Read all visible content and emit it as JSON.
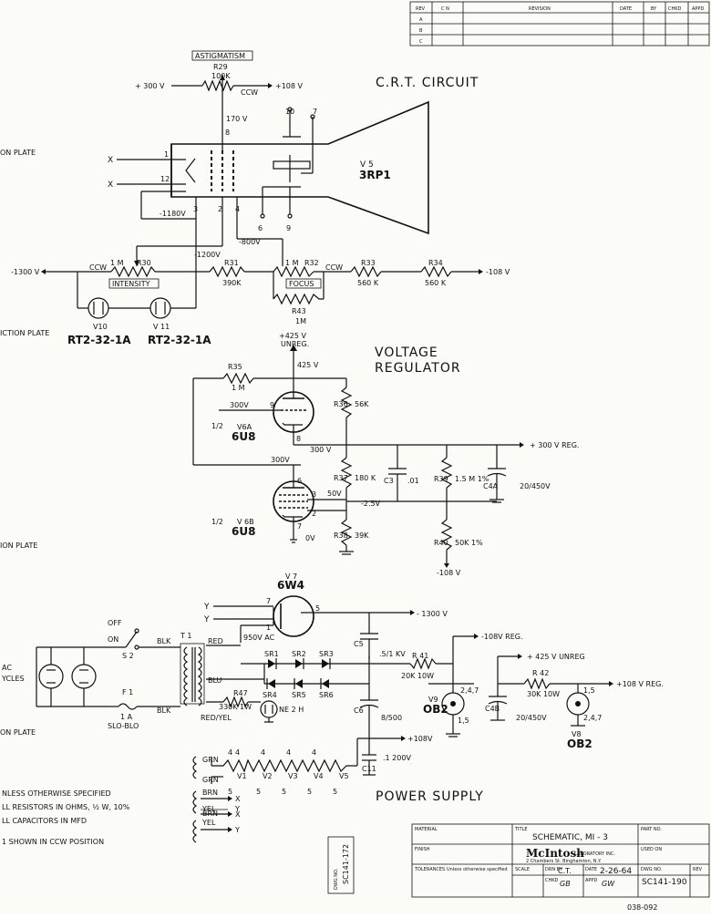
{
  "revision_block": {
    "headers": [
      "REV",
      "C N",
      "REVISION",
      "DATE",
      "BY",
      "CHKD",
      "APPD"
    ],
    "rows": [
      "A",
      "B",
      "C"
    ]
  },
  "sections": {
    "crt": "C.R.T. CIRCUIT",
    "regulator_l1": "VOLTAGE",
    "regulator_l2": "REGULATOR",
    "power": "POWER SUPPLY"
  },
  "crt": {
    "astig_box": "ASTIGMATISM",
    "r29": "R29",
    "r29_val": "100K",
    "v300": "+ 300 V",
    "v108": "+108 V",
    "ccw": "CCW",
    "v170": "170 V",
    "pin8": "8",
    "pin10": "10",
    "pin7": "7",
    "pin1": "1",
    "pin12": "12",
    "pin3": "3",
    "pin2": "2",
    "pin4": "4",
    "pin6": "6",
    "pin9": "9",
    "x1": "X",
    "x2": "X",
    "v5": "V 5",
    "v5_type": "3RP1",
    "m1180": "-1180V",
    "m1200": "-1200V",
    "m800": "-800V",
    "m1300": "-1300 V",
    "m108": "-108 V",
    "r30_val": "1 M",
    "r30": "R30",
    "intensity": "INTENSITY",
    "ccw2": "CCW",
    "r31": "R31",
    "r31_val": "390K",
    "r32_val": "1 M",
    "r32": "R32",
    "ccw3": "CCW",
    "focus": "FOCUS",
    "r33": "R33",
    "r33_val": "560 K",
    "r34": "R34",
    "r34_val": "560 K",
    "r43": "R43",
    "r43_val": "1M",
    "v10": "V10",
    "v11": "V 11",
    "rt_a": "RT2-32-1A",
    "rt_b": "RT2-32-1A"
  },
  "reg": {
    "v425": "+425 V",
    "unreg": "UNREG.",
    "v425b": "425 V",
    "r35": "R35",
    "r35_val": "1 M",
    "v300a": "300V",
    "v300b": "300 V",
    "v300c": "300V",
    "pin9": "9",
    "pin8": "8",
    "pin6": "6",
    "pin7": "7",
    "pin2": "2",
    "pin3": "3",
    "v6a_frac": "1/2",
    "v6a": "V6A",
    "v6a_type": "6U8",
    "v6b_frac": "1/2",
    "v6b": "V 6B",
    "v6b_type": "6U8",
    "r36": "R36",
    "r36_val": "56K",
    "r37": "R37",
    "r37_val": "180 K",
    "r38": "R38",
    "r38_val": "39K",
    "c3": "C3",
    "c3_val": ".01",
    "r39": "R39",
    "r39_val": "1.5 M 1%",
    "r40": "R40",
    "r40_val": "50K 1%",
    "c4a": "C4A",
    "c4a_val": "20/450V",
    "v50": "50V",
    "m25": "-2.5V",
    "v0": "0V",
    "out300": "+ 300 V REG.",
    "m108": "-108 V"
  },
  "psu": {
    "v7": "V 7",
    "v7_type": "6W4",
    "y1": "Y",
    "y2": "Y",
    "pin7": "7",
    "pin1": "1",
    "pin5": "5",
    "m1300": "- 1300 V",
    "ac950": "950V AC",
    "c5": "C5",
    "c5_val": ".5/1 KV",
    "off": "OFF",
    "on": "ON",
    "s2": "S 2",
    "blk1": "BLK",
    "blk2": "BLK",
    "t1": "T 1",
    "red": "RED",
    "blu": "BLU",
    "redyel": "RED/YEL",
    "f1": "F 1",
    "f1_val": "1 A",
    "slo": "SLO-BLO",
    "sr1": "SR1",
    "sr2": "SR2",
    "sr3": "SR3",
    "sr4": "SR4",
    "sr5": "SR5",
    "sr6": "SR6",
    "r47": "R47",
    "r47_val": "330K 1W",
    "ne2h": "NE 2 H",
    "r41": "R 41",
    "r41_val": "20K 10W",
    "m108reg": "-108V REG.",
    "p425": "+ 425 V UNREG",
    "r42": "R 42",
    "r42_val": "30K 10W",
    "p108reg": "+108 V REG.",
    "c6": "C6",
    "c6_val": "8/500",
    "v9": "V9",
    "v9_type": "OB2",
    "v8": "V8",
    "v8_type": "OB2",
    "c4b": "C4B",
    "c4b_val": "20/450V",
    "pins247": "2,4,7",
    "pins15": "1,5",
    "pins15b": "1,5",
    "pins247b": "2,4,7",
    "grn1": "GRN",
    "grn2": "GRN",
    "brn1": "BRN",
    "brn2": "BRN",
    "yel1": "YEL",
    "yel2": "YEL",
    "x1": "X",
    "x2": "X",
    "y3": "Y",
    "y4": "Y",
    "heaters": [
      "V1",
      "V2",
      "V3",
      "V4",
      "V5"
    ],
    "hp4": "4",
    "hp5": "5",
    "p108": "+108V",
    "c11": "C11",
    "c11_val": ".1 200V",
    "ac": "AC",
    "cycles": "YCLES"
  },
  "left_margin": {
    "n1": "ON PLATE",
    "n2": "ICTION PLATE",
    "n3": "ION PLATE",
    "n4": "ON PLATE"
  },
  "notes": [
    "NLESS OTHERWISE SPECIFIED",
    "LL RESISTORS IN OHMS, ½ W, 10%",
    "LL CAPACITORS IN MFD",
    "1 SHOWN IN CCW POSITION"
  ],
  "title_block": {
    "material": "MATERIAL",
    "finish": "FINISH",
    "title_label": "TITLE",
    "title": "SCHEMATIC, MI - 3",
    "part_label": "PART NO.",
    "used_on": "USED ON",
    "company": "McIntosh",
    "company_sub": "LABORATORY INC.",
    "company_addr": "2 Chambers St.  Binghamton, N.Y.",
    "tolerances": "TOLERANCES",
    "tol_note": "Unless otherwise specified",
    "scale": "SCALE",
    "drawn_by": "DRN BY",
    "drawn_val": "C.T.",
    "date_label": "DATE",
    "date": "2-26-64",
    "chkd": "CHKD",
    "chkd_val": "GB",
    "appd": "APPD",
    "appd_val": "GW",
    "dwg_label": "DWG NO.",
    "dwg_no": "SC141-190",
    "rev_label": "REV",
    "side_dwg": "SC141-172",
    "side_label": "DWG NO."
  },
  "doc_no": "038-092"
}
